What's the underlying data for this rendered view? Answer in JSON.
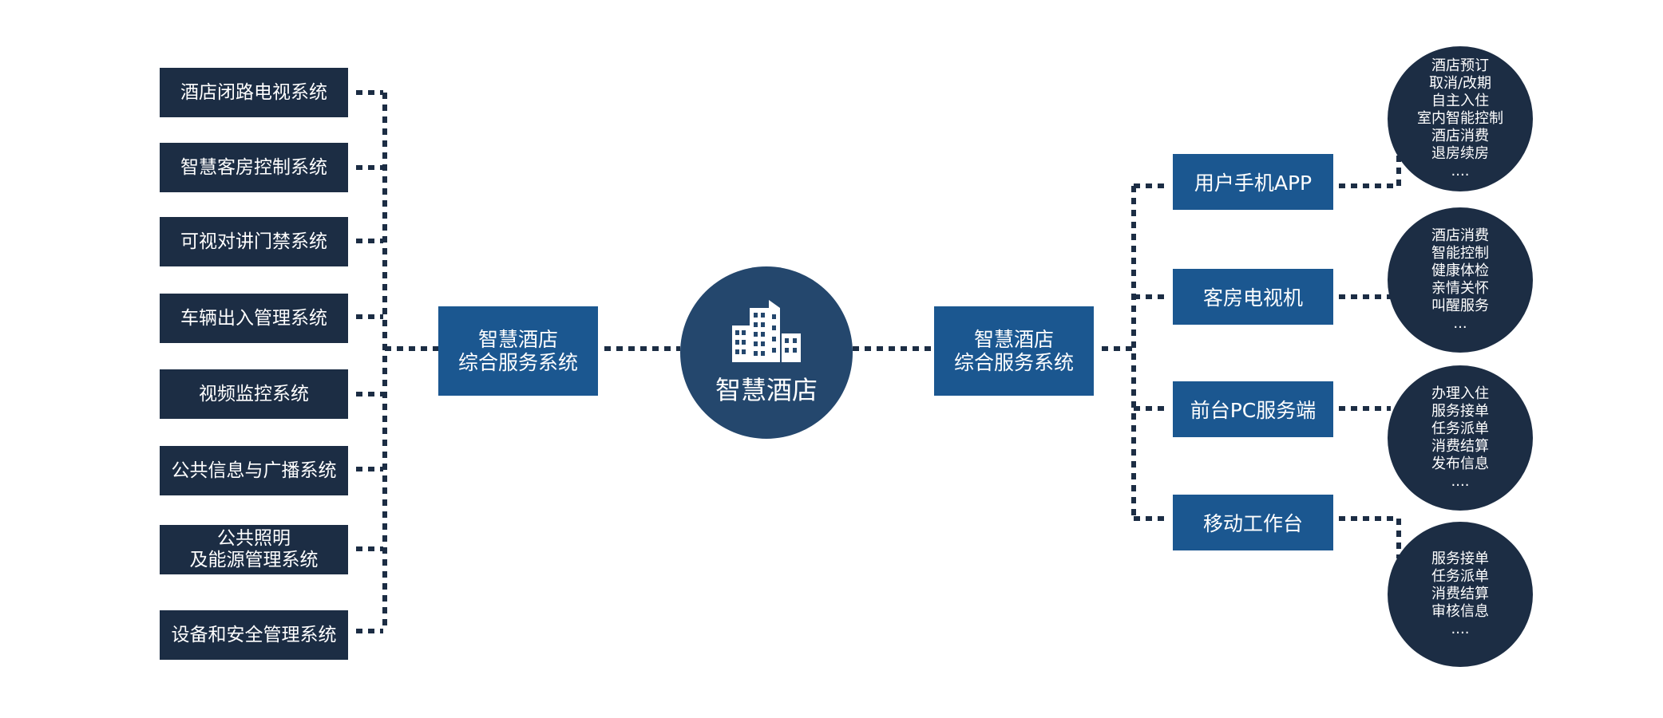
{
  "left_systems": [
    {
      "lines": [
        "酒店闭路电视系统"
      ]
    },
    {
      "lines": [
        "智慧客房控制系统"
      ]
    },
    {
      "lines": [
        "可视对讲门禁系统"
      ]
    },
    {
      "lines": [
        "车辆出入管理系统"
      ]
    },
    {
      "lines": [
        "视频监控系统"
      ]
    },
    {
      "lines": [
        "公共信息与广播系统"
      ]
    },
    {
      "lines": [
        "公共照明",
        "及能源管理系统"
      ]
    },
    {
      "lines": [
        "设备和安全管理系统"
      ]
    }
  ],
  "left_hub": {
    "lines": [
      "智慧酒店",
      "综合服务系统"
    ]
  },
  "center": {
    "title": "智慧酒店",
    "icon": "building-icon"
  },
  "right_hub": {
    "lines": [
      "智慧酒店",
      "综合服务系统"
    ]
  },
  "right_terminals": [
    {
      "label": "用户手机APP",
      "features": [
        "酒店预订",
        "取消/改期",
        "自主入住",
        "室内智能控制",
        "酒店消费",
        "退房续房",
        "...."
      ]
    },
    {
      "label": "客房电视机",
      "features": [
        "酒店消费",
        "智能控制",
        "健康体检",
        "亲情关怀",
        "叫醒服务",
        "..."
      ]
    },
    {
      "label": "前台PC服务端",
      "features": [
        "办理入住",
        "服务接单",
        "任务派单",
        "消费结算",
        "发布信息",
        "...."
      ]
    },
    {
      "label": "移动工作台",
      "features": [
        "服务接单",
        "任务派单",
        "消费结算",
        "审核信息",
        "...."
      ]
    }
  ],
  "colors": {
    "dark_navy": "#1c2d44",
    "blue": "#1b5790",
    "center": "#24476d",
    "connector": "#1c2d44"
  }
}
